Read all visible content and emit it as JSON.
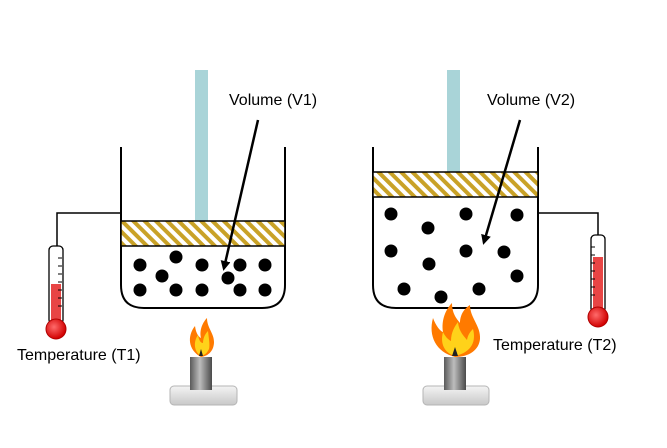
{
  "left_setup": {
    "volume_label": "Volume (V1)",
    "temperature_label": "Temperature (T1)",
    "flame": "small"
  },
  "right_setup": {
    "volume_label": "Volume (V2)",
    "temperature_label": "Temperature (T2)",
    "flame": "large"
  },
  "colors": {
    "piston_rod": "#a9d4d8",
    "piston_hatch": "#c9a227",
    "thermometer_fluid": "#e84545",
    "particle": "#000000",
    "burner_body": "#8a8a8a"
  }
}
